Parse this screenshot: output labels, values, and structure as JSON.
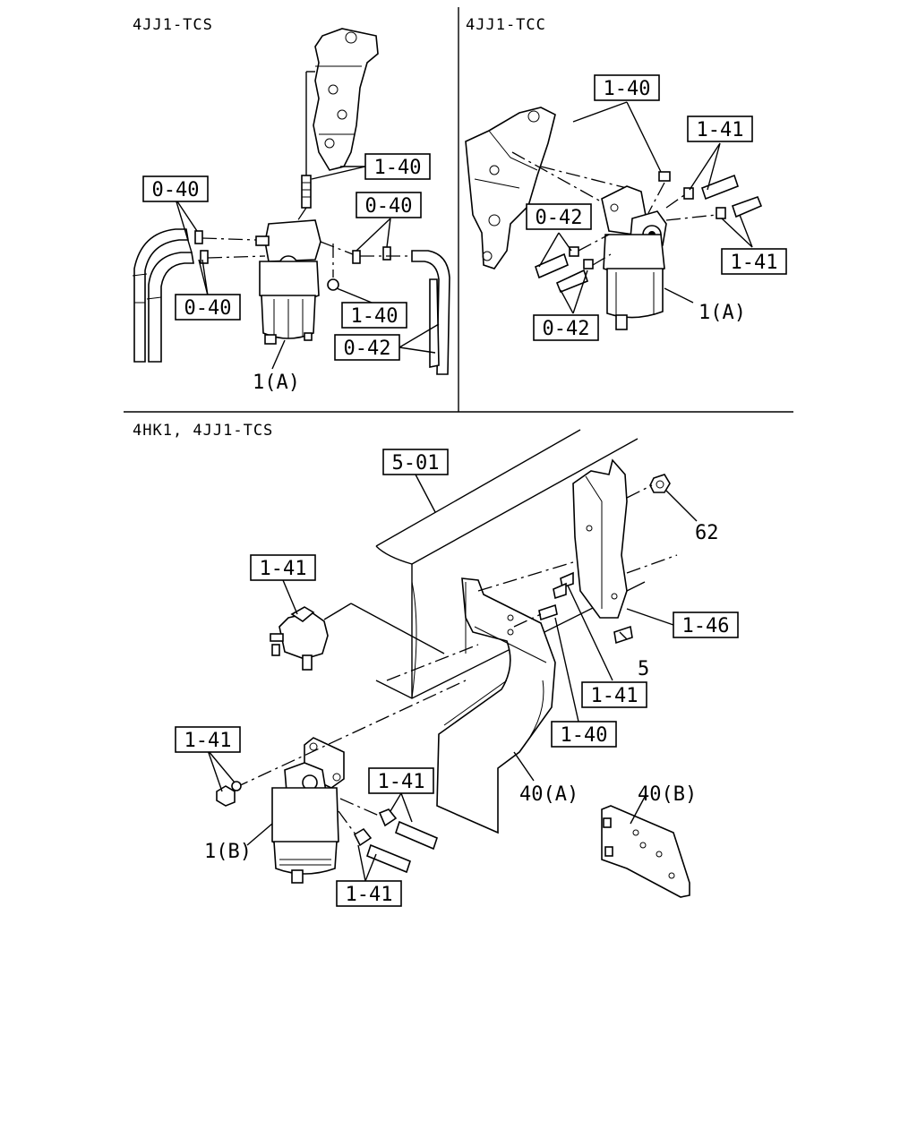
{
  "sections": [
    {
      "title": "4JJ1-TCS"
    },
    {
      "title": "4JJ1-TCC"
    },
    {
      "title": "4HK1, 4JJ1-TCS"
    }
  ],
  "callouts": [
    {
      "text": "1-40"
    },
    {
      "text": "0-40"
    },
    {
      "text": "0-40"
    },
    {
      "text": "0-40"
    },
    {
      "text": "1-40"
    },
    {
      "text": "0-42"
    },
    {
      "text": "1-40"
    },
    {
      "text": "1-41"
    },
    {
      "text": "0-42"
    },
    {
      "text": "1-41"
    },
    {
      "text": "0-42"
    },
    {
      "text": "5-01"
    },
    {
      "text": "1-41"
    },
    {
      "text": "1-46"
    },
    {
      "text": "1-41"
    },
    {
      "text": "1-40"
    },
    {
      "text": "1-41"
    },
    {
      "text": "1-41"
    },
    {
      "text": "1-41"
    }
  ],
  "plain_labels": [
    {
      "text": "1(A)"
    },
    {
      "text": "1(A)"
    },
    {
      "text": "62"
    },
    {
      "text": "5"
    },
    {
      "text": "40(A)"
    },
    {
      "text": "40(B)"
    },
    {
      "text": "1(B)"
    }
  ]
}
